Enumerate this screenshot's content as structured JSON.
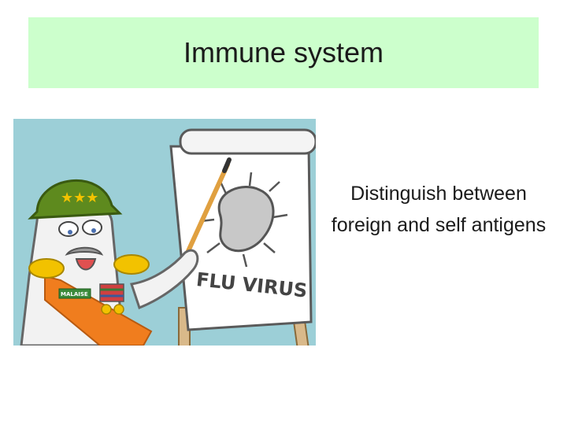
{
  "slide": {
    "title": "Immune system",
    "body_text": "Distinguish between foreign and self antigens"
  },
  "illustration": {
    "chart_text": "FLU VIRUS",
    "badge_text": "MALAISE",
    "colors": {
      "background": "#9ccfd7",
      "helmet": "#5e8a1e",
      "sash": "#f07d1e",
      "epaulette": "#f2c200",
      "virus": "#c8c8c8"
    }
  }
}
